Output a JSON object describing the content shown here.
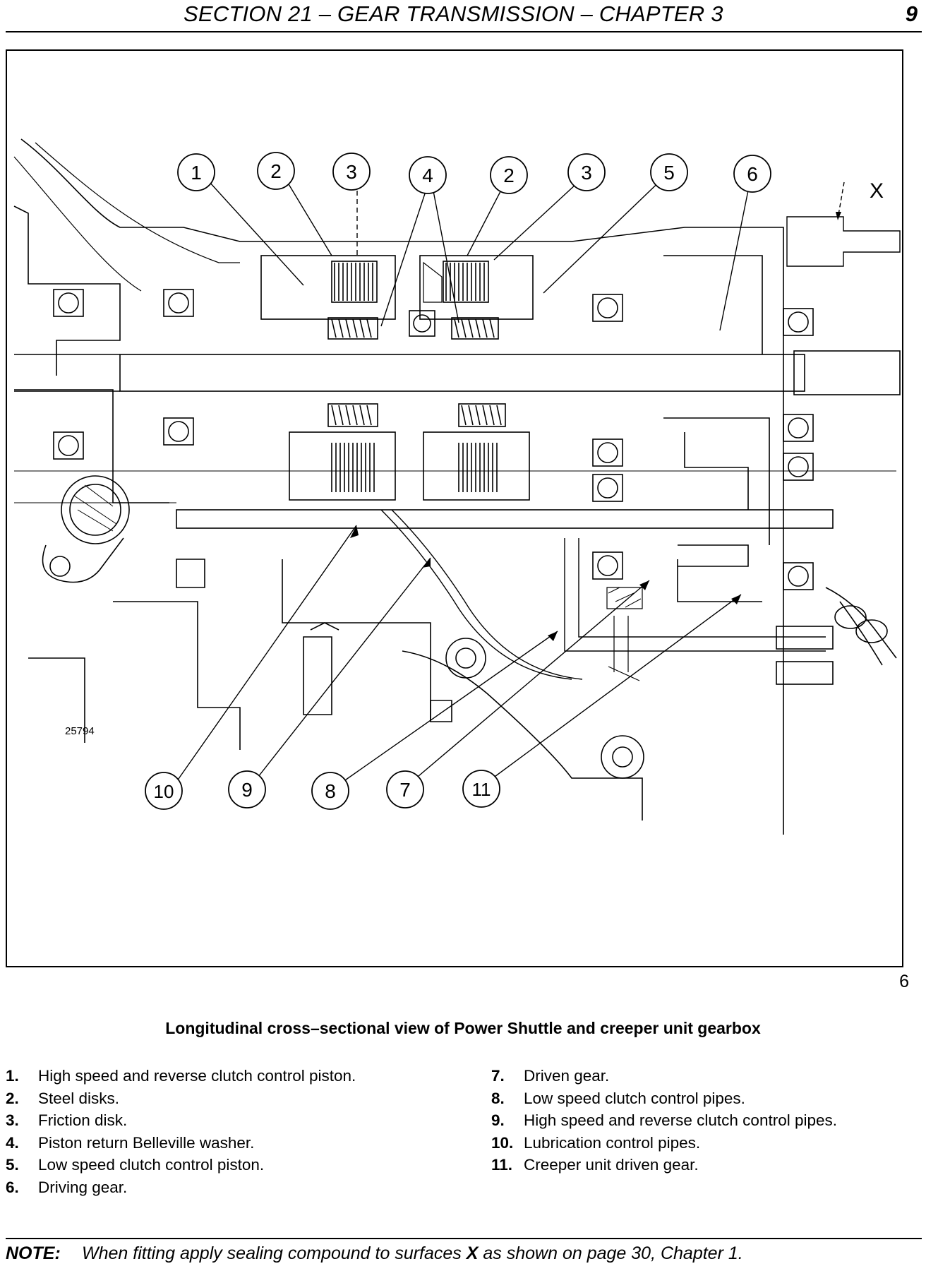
{
  "header": {
    "title": "SECTION 21 – GEAR TRANSMISSION – CHAPTER 3",
    "page_number": "9"
  },
  "figure": {
    "figure_number": "6",
    "drawing_number": "25794",
    "surface_marker": "X",
    "callouts": [
      "1",
      "2",
      "3",
      "4",
      "2",
      "3",
      "5",
      "6",
      "10",
      "9",
      "8",
      "7",
      "11"
    ]
  },
  "caption": "Longitudinal cross–sectional view of Power Shuttle and creeper unit gearbox",
  "legend": {
    "left": [
      {
        "num": "1.",
        "text": "High speed and reverse clutch control piston."
      },
      {
        "num": "2.",
        "text": "Steel disks."
      },
      {
        "num": "3.",
        "text": "Friction disk."
      },
      {
        "num": "4.",
        "text": "Piston return Belleville washer."
      },
      {
        "num": "5.",
        "text": "Low speed clutch control piston."
      },
      {
        "num": "6.",
        "text": "Driving gear."
      }
    ],
    "right": [
      {
        "num": "7.",
        "text": "Driven gear."
      },
      {
        "num": "8.",
        "text": "Low speed clutch control pipes."
      },
      {
        "num": "9.",
        "text": "High speed and reverse clutch control pipes."
      },
      {
        "num": "10.",
        "text": "Lubrication control pipes."
      },
      {
        "num": "11.",
        "text": "Creeper unit driven gear."
      }
    ]
  },
  "note": {
    "label": "NOTE:",
    "text_before": "When fitting apply sealing compound to surfaces ",
    "bold_term": "X",
    "text_after": " as shown on page 30, Chapter 1."
  }
}
